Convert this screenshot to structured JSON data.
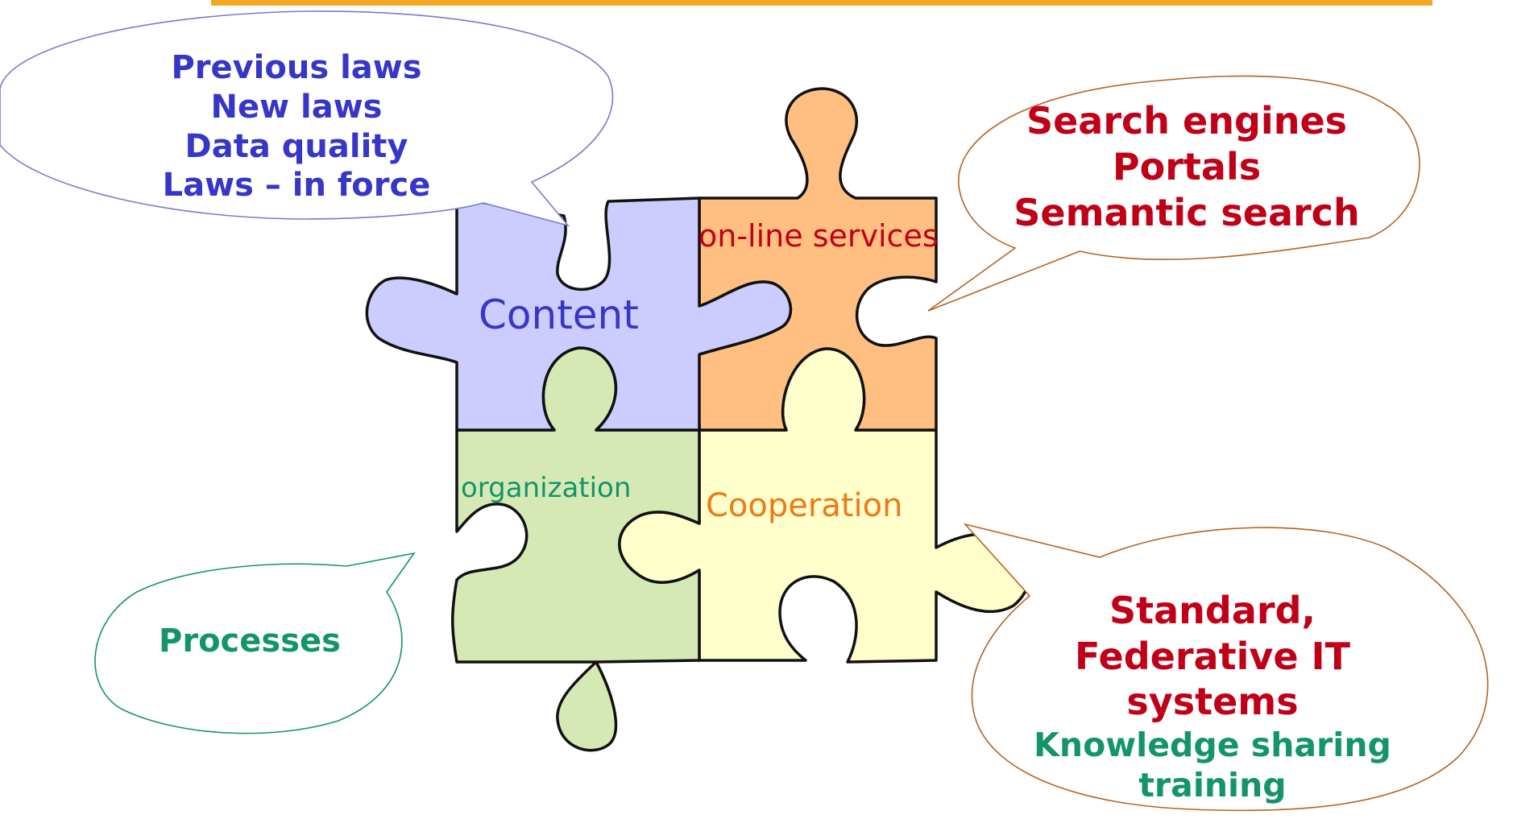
{
  "colors": {
    "accent_line": "#f5a623",
    "blue": "#3636c8",
    "red": "#c00018",
    "green": "#13946a",
    "orange": "#f07818",
    "piece_content": "#ccccff",
    "piece_services": "#ffbf80",
    "piece_org": "#d6e9b5",
    "piece_coop": "#ffffcc"
  },
  "pieces": {
    "content": "Content",
    "services": "on-line services",
    "organization": "organization",
    "cooperation": "Cooperation"
  },
  "bubbles": {
    "laws": [
      "Previous laws",
      "New laws",
      "Data quality",
      "Laws – in force"
    ],
    "search": [
      "Search engines",
      "Portals",
      "Semantic search"
    ],
    "processes": [
      "Processes"
    ],
    "standards_red": [
      "Standard,",
      "Federative IT",
      "systems"
    ],
    "standards_green": [
      "Knowledge sharing",
      "training"
    ]
  }
}
